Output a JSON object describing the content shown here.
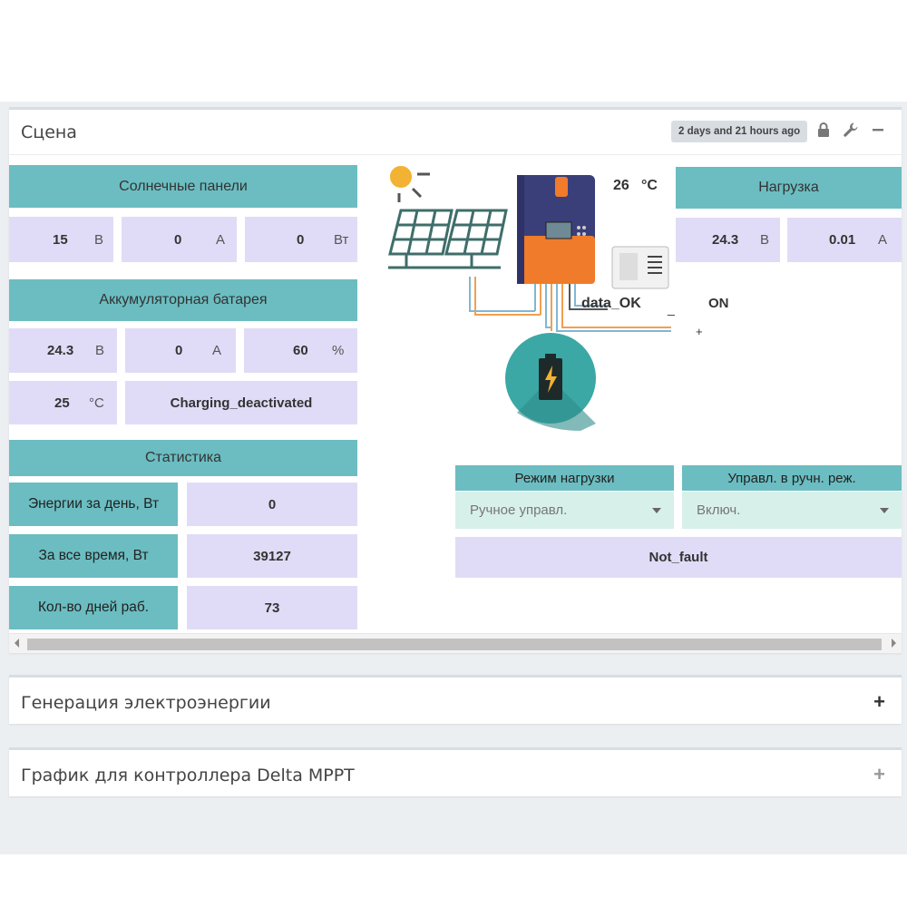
{
  "scene": {
    "title": "Сцена",
    "time_badge": "2 days and 21 hours ago",
    "tools": {
      "lock": "lock-icon",
      "wrench": "wrench-icon",
      "collapse": "minus-icon"
    }
  },
  "solar": {
    "header": "Солнечные панели",
    "voltage": "15",
    "voltage_unit": "В",
    "current": "0",
    "current_unit": "А",
    "power": "0",
    "power_unit": "Вт"
  },
  "battery": {
    "header": "Аккумуляторная батарея",
    "voltage": "24.3",
    "voltage_unit": "В",
    "current": "0",
    "current_unit": "А",
    "charge": "60",
    "charge_unit": "%",
    "temp": "25",
    "temp_unit": "°C",
    "status": "Charging_deactivated"
  },
  "stats": {
    "header": "Статистика",
    "rows": [
      {
        "label": "Энергии за день, Вт",
        "value": "0"
      },
      {
        "label": "За все время, Вт",
        "value": "39127"
      },
      {
        "label": "Кол-во дней раб.",
        "value": "73"
      }
    ]
  },
  "diagram": {
    "temp": "26",
    "temp_unit": "°C",
    "data_status": "data_OK",
    "load_state": "ON",
    "minus": "_",
    "plus": "+",
    "controller_label": "ON"
  },
  "load": {
    "header": "Нагрузка",
    "voltage": "24.3",
    "voltage_unit": "В",
    "current": "0.01",
    "current_unit": "А"
  },
  "controls": {
    "mode_header": "Режим нагрузки",
    "mode_value": "Ручное управл.",
    "manual_header": "Управл. в ручн. реж.",
    "manual_value": "Включ.",
    "fault_status": "Not_fault"
  },
  "panels": [
    {
      "title": "Генерация электроэнергии",
      "toggle": "+"
    },
    {
      "title": "График для контроллера Delta MPPT",
      "toggle": "+"
    }
  ],
  "colors": {
    "teal": "#6bbdc1",
    "lavender": "#e0dcf7",
    "mint": "#d8f0ea",
    "controller_orange": "#f07b2a",
    "controller_navy": "#3a3f7a"
  }
}
